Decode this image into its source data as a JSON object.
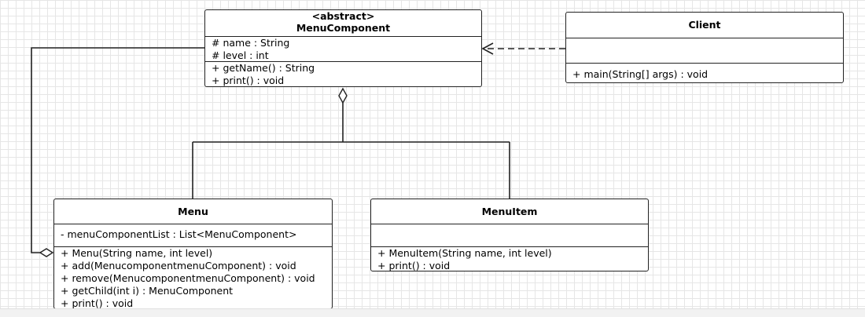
{
  "classes": {
    "menu_component": {
      "stereotype": "<abstract>",
      "name": "MenuComponent",
      "attributes": [
        "# name : String",
        "# level : int"
      ],
      "methods": [
        "+ getName() : String",
        "+ print() : void"
      ]
    },
    "client": {
      "name": "Client",
      "attributes": [],
      "methods": [
        "+ main(String[] args) : void"
      ]
    },
    "menu": {
      "name": "Menu",
      "attributes": [
        "- menuComponentList : List<MenuComponent>"
      ],
      "methods": [
        "+ Menu(String name, int level)",
        "+ add(MenucomponentmenuComponent) : void",
        "+ remove(MenucomponentmenuComponent) : void",
        "+ getChild(int i) : MenuComponent",
        "+ print() : void"
      ]
    },
    "menu_item": {
      "name": "MenuItem",
      "attributes": [],
      "methods": [
        "+ MenuItem(String name, int level)",
        "+ print() : void"
      ]
    }
  },
  "relations": [
    {
      "type": "dependency",
      "from": "Client",
      "to": "MenuComponent"
    },
    {
      "type": "aggregation",
      "from": "Menu",
      "to": "MenuComponent"
    },
    {
      "type": "aggregation",
      "from": "MenuComponent",
      "to": "Menu"
    },
    {
      "type": "aggregation",
      "from": "MenuComponent",
      "to": "MenuItem"
    }
  ]
}
